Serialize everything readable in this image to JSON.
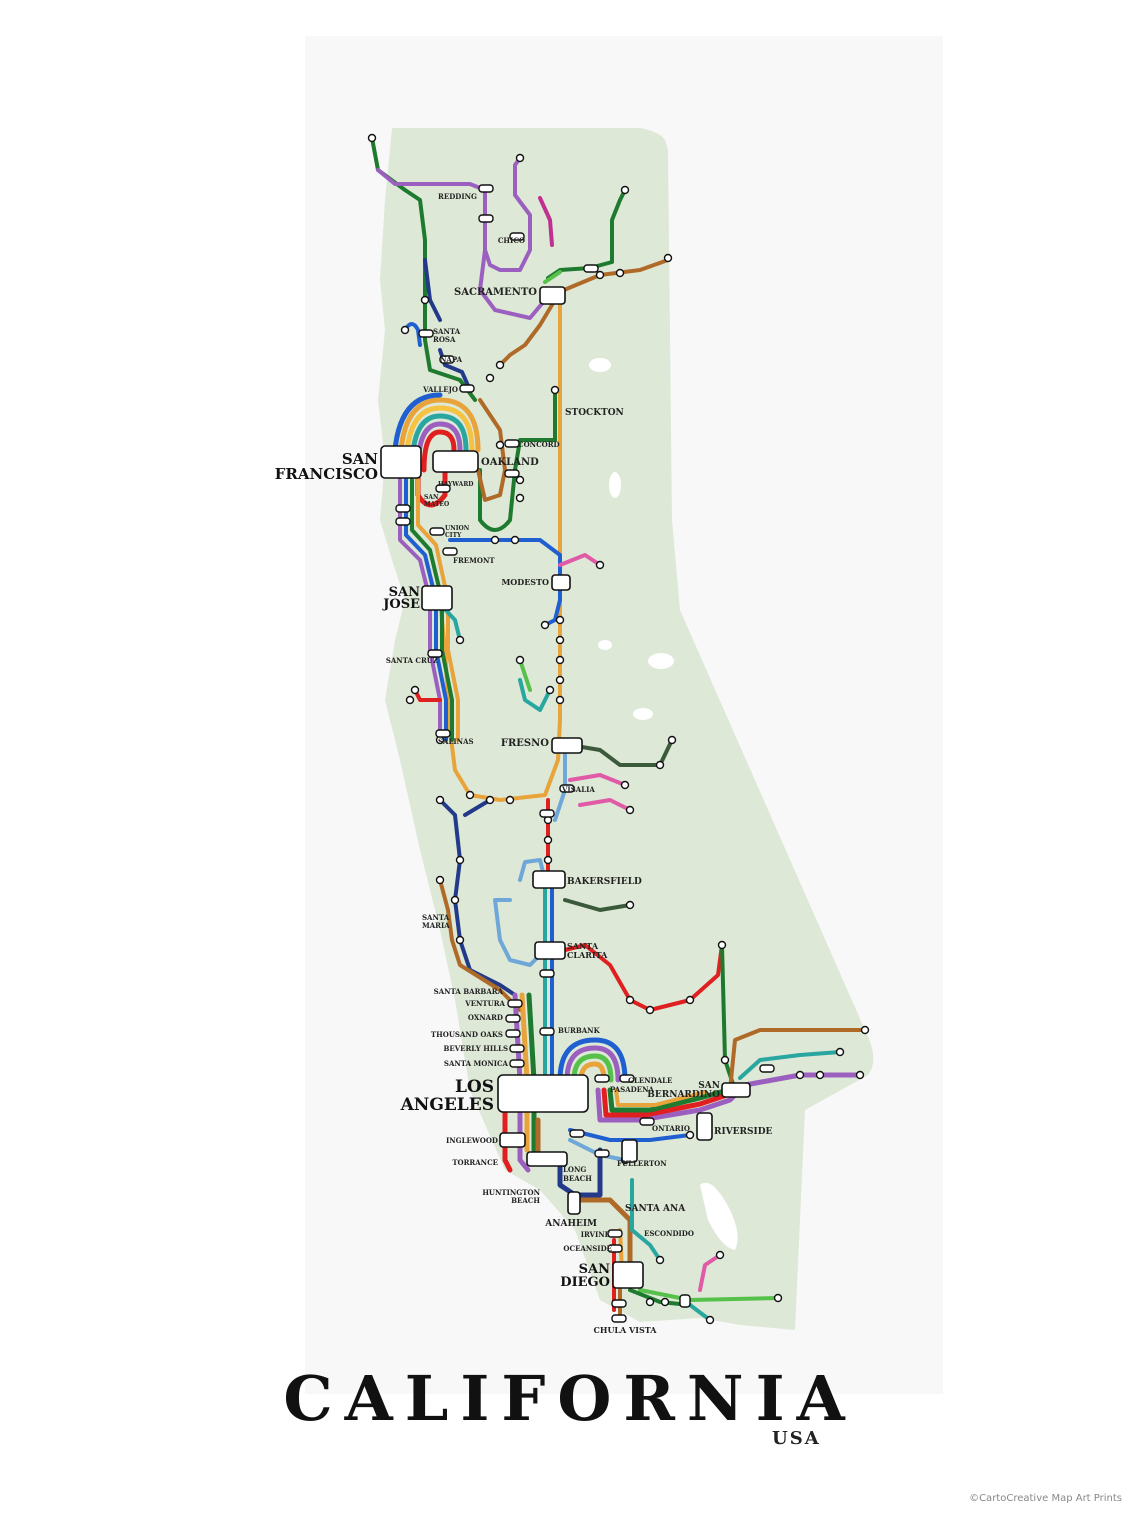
{
  "poster": {
    "title": "CALIFORNIA",
    "subtitle": "USA",
    "credit": "©CartoCreative Map Art Prints"
  },
  "colors": {
    "land": "#dde8d6",
    "sheet": "#f8f8f8",
    "lake": "#ffffff",
    "green": "#1e7a2e",
    "purple": "#9b5fc0",
    "orange": "#e8a33a",
    "red": "#e02020",
    "blue": "#1f5fd0",
    "lightblue": "#6fa7d8",
    "brown": "#b06a28",
    "darkblue": "#233a8a",
    "pink": "#e05aa8",
    "limegreen": "#55c04a",
    "teal": "#2aa6a0",
    "magenta": "#c03090"
  },
  "major_stations": {
    "sacramento": "SACRAMENTO",
    "san_francisco": "SAN\nFRANCISCO",
    "oakland": "OAKLAND",
    "san_jose": "SAN\nJOSE",
    "fresno": "FRESNO",
    "bakersfield": "BAKERSFIELD",
    "santa_clarita": "SANTA\nCLARITA",
    "los_angeles": "LOS\nANGELES",
    "san_bernardino": "SAN\nBERNARDINO",
    "riverside": "RIVERSIDE",
    "santa_ana": "SANTA ANA",
    "anaheim": "ANAHEIM",
    "san_diego": "SAN\nDIEGO",
    "chula_vista": "CHULA VISTA",
    "stockton": "STOCKTON",
    "modesto": "MODESTO",
    "fremont": "FREMONT",
    "concord": "CONCORD",
    "vallejo": "VALLEJO",
    "napa": "NAPA",
    "santa_rosa": "SANTA\nROSA",
    "redding": "REDDING",
    "chico": "CHICO",
    "santa_cruz": "SANTA CRUZ",
    "salinas": "SALINAS",
    "visalia": "VISALIA",
    "santa_maria": "SANTA\nMARIA",
    "santa_barbara": "SANTA BARBARA",
    "ventura": "VENTURA",
    "oxnard": "OXNARD",
    "thousand_oaks": "THOUSAND OAKS",
    "beverly_hills": "BEVERLY HILLS",
    "santa_monica": "SANTA MONICA",
    "burbank": "BURBANK",
    "glendale": "GLENDALE",
    "pasadena": "PASADENA",
    "ontario": "ONTARIO",
    "fullerton": "FULLERTON",
    "long_beach": "LONG\nBEACH",
    "inglewood": "INGLEWOOD",
    "torrance": "TORRANCE",
    "huntington_beach": "HUNTINGTON\nBEACH",
    "irvine": "IRVINE",
    "oceanside": "OCEANSIDE",
    "escondido": "ESCONDIDO",
    "hayward": "HAYWARD",
    "san_mateo": "SAN\nMATEO",
    "union_city": "UNION\nCITY"
  }
}
